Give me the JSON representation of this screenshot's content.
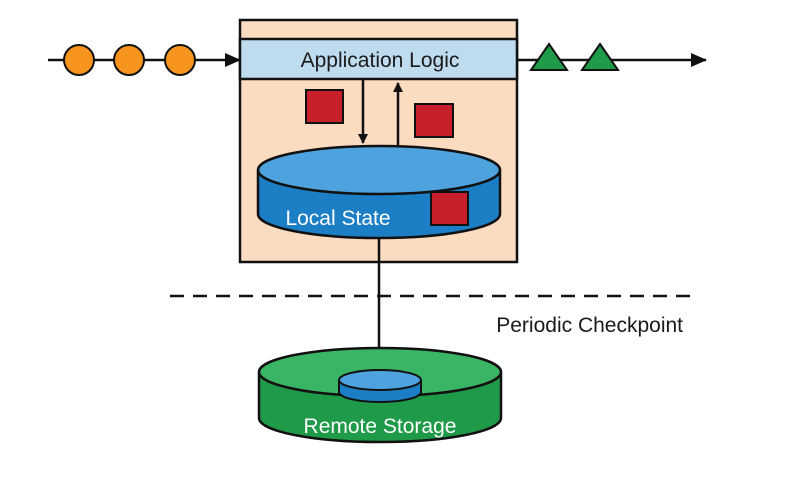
{
  "labels": {
    "application_logic": "Application Logic",
    "local_state": "Local State",
    "remote_storage": "Remote Storage",
    "periodic_checkpoint": "Periodic Checkpoint"
  },
  "colors": {
    "input_event": "#f7941d",
    "output_event": "#1e9a48",
    "logic_bar": "#bfdcef",
    "app_box": "#fbdcc0",
    "local_state": "#1c7ec4",
    "local_state_top": "#4ea3de",
    "remote_storage": "#1e9a48",
    "remote_storage_top": "#3ab565",
    "state_item": "#c8202a"
  }
}
